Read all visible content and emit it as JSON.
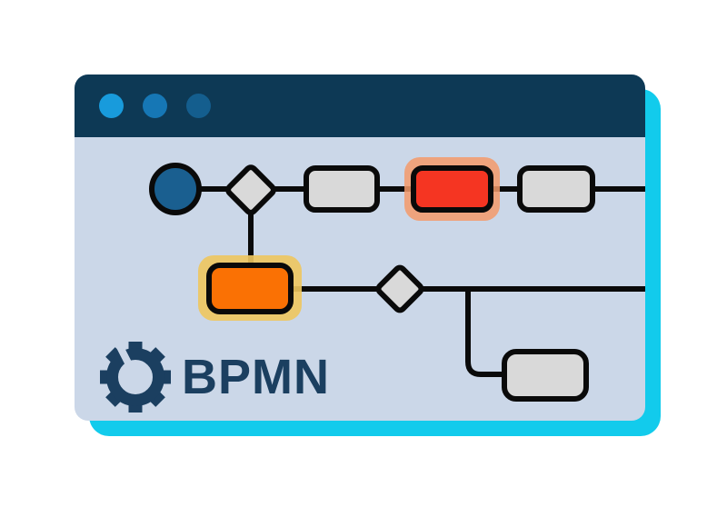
{
  "logo": {
    "label": "BPMN"
  },
  "window": {
    "controls": [
      {
        "id": "dot-1",
        "color": "#189bdc"
      },
      {
        "id": "dot-2",
        "color": "#1677b5"
      },
      {
        "id": "dot-3",
        "color": "#145e8e"
      }
    ]
  },
  "diagram": {
    "nodes": [
      {
        "id": "start-event",
        "type": "start-event",
        "fill": "#1a5f90"
      },
      {
        "id": "gateway-1",
        "type": "exclusive-gateway",
        "fill": "#d9d9d9"
      },
      {
        "id": "task-1",
        "type": "task",
        "fill": "#d9d9d9"
      },
      {
        "id": "task-2",
        "type": "task",
        "fill": "#f53522",
        "highlight": "#f49a6a"
      },
      {
        "id": "task-3",
        "type": "task",
        "fill": "#d9d9d9"
      },
      {
        "id": "task-4",
        "type": "task",
        "fill": "#fa7104",
        "highlight": "#eec75e"
      },
      {
        "id": "gateway-2",
        "type": "exclusive-gateway",
        "fill": "#d9d9d9"
      },
      {
        "id": "task-5",
        "type": "task",
        "fill": "#d9d9d9"
      }
    ]
  },
  "colors": {
    "page_bg": "#ffffff",
    "shadow_cyan": "#12cbec",
    "titlebar": "#0d3955",
    "content_bg": "#cbd7e8",
    "dot1": "#189bdc",
    "dot2": "#1677b5",
    "dot3": "#145e8e",
    "line": "#0a0a0a",
    "node_gray": "#d9d9d9",
    "start_event": "#1a5f90",
    "task_red": "#f53522",
    "halo_red": "#f49a6a",
    "task_orange": "#fa7104",
    "halo_yellow": "#eec75e",
    "logo_text": "#1b3f60",
    "gear": "#1b3f60"
  }
}
